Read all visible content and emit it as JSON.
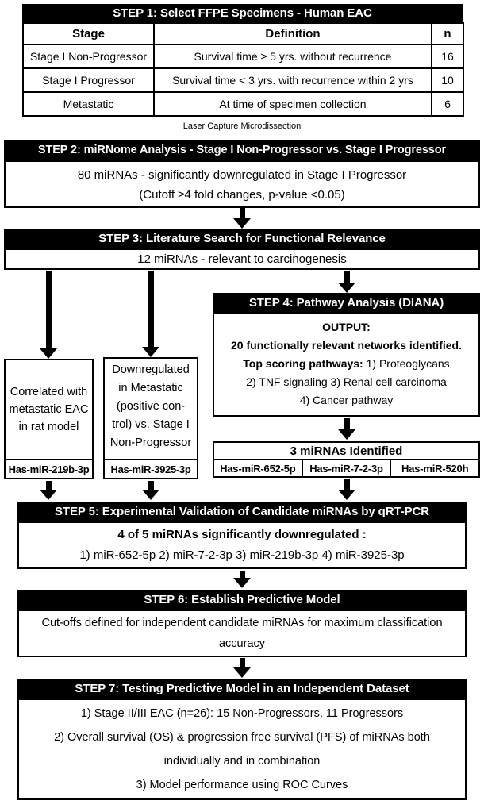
{
  "labels": {
    "lcm": "Laser Capture Microdissection"
  },
  "step1": {
    "title": "STEP 1: Select FFPE Specimens - Human EAC",
    "table": {
      "headers": [
        "Stage",
        "Definition",
        "n"
      ],
      "rows": [
        [
          "Stage I Non-Progressor",
          "Survival time ≥ 5 yrs. without recurrence",
          "16"
        ],
        [
          "Stage I Progressor",
          "Survival time < 3 yrs. with recurrence within 2 yrs",
          "10"
        ],
        [
          "Metastatic",
          "At time of specimen collection",
          "6"
        ]
      ]
    }
  },
  "step2": {
    "title": "STEP 2: miRNome Analysis - Stage I Non-Progressor vs. Stage I Progressor",
    "lines": [
      "80 miRNAs - significantly downregulated in Stage I Progressor",
      "(Cutoff ≥4 fold changes, p-value <0.05)"
    ]
  },
  "step3": {
    "title": "STEP 3: Literature Search for Functional Relevance",
    "body": "12 miRNAs - relevant to carcinogenesis"
  },
  "step4": {
    "title": "STEP 4: Pathway Analysis (DIANA)",
    "output_label": "OUTPUT:",
    "networks_line": "20 functionally relevant networks identified.",
    "pathways_label": "Top scoring pathways:",
    "pathway1": "1) Proteoglycans",
    "pathways_line2": "2) TNF signaling 3) Renal cell carcinoma",
    "pathways_line3": "4) Cancer pathway"
  },
  "rat_model_box": {
    "lines": [
      "Correlated with",
      "metastatic EAC",
      "in rat model"
    ],
    "mirna": "Has-miR-219b-3p"
  },
  "metastatic_box": {
    "lines": [
      "Downregulated",
      "in Metastatic",
      "(positive con-",
      "trol) vs. Stage I",
      "Non-Progressor"
    ],
    "mirna": "Has-miR-3925-3p"
  },
  "mirnas_identified": {
    "title": "3 miRNAs Identified",
    "items": [
      "Has-miR-652-5p",
      "Has-miR-7-2-3p",
      "Has-miR-520h"
    ]
  },
  "step5": {
    "title": "STEP 5: Experimental Validation of Candidate miRNAs by qRT-PCR",
    "line1": "4 of 5 miRNAs significantly downregulated :",
    "line2": "1) miR-652-5p 2) miR-7-2-3p 3) miR-219b-3p 4) miR-3925-3p"
  },
  "step6": {
    "title": "STEP 6: Establish Predictive Model",
    "lines": [
      "Cut-offs defined for independent candidate miRNAs for maximum classification",
      "accuracy"
    ]
  },
  "step7": {
    "title": "STEP 7: Testing Predictive Model in an Independent Dataset",
    "lines": [
      "1) Stage II/III EAC (n=26): 15 Non-Progressors, 11 Progressors",
      "2) Overall survival (OS) & progression free survival (PFS) of miRNAs both",
      "individually and in combination",
      "3) Model performance using ROC Curves"
    ]
  }
}
